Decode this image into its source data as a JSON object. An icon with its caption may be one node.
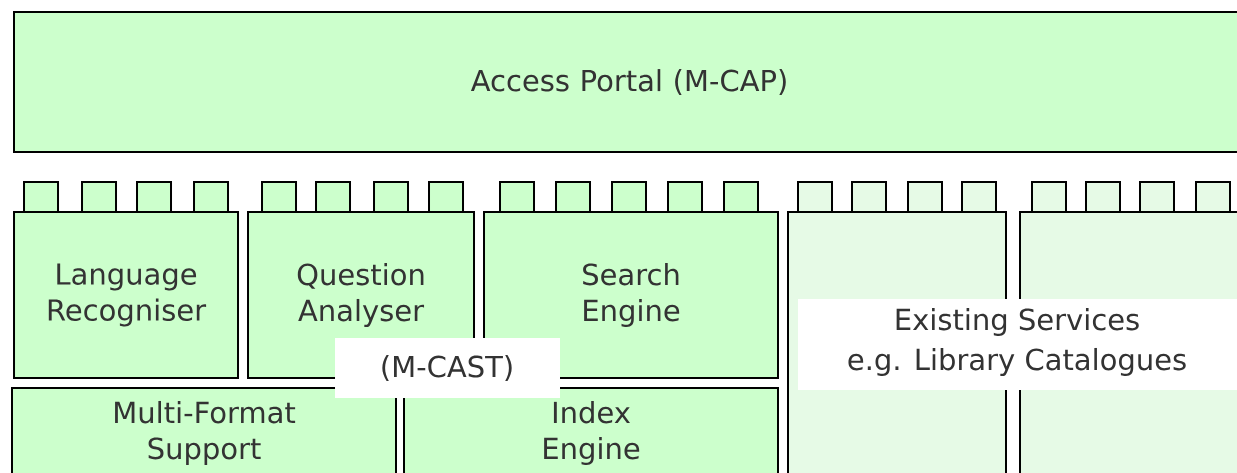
{
  "diagram": {
    "nodes": [
      {
        "text": [
          "Access Portal (M-CAP)"
        ]
      },
      {
        "text": [
          "Language Recogniser"
        ]
      },
      {
        "text": [
          "Question Analyser"
        ]
      },
      {
        "text": [
          "Search Engine"
        ]
      },
      {
        "text": [],
        "shape": "box"
      },
      {
        "text": [],
        "shape": "box"
      },
      {
        "text": [
          "Multi-Format Support"
        ]
      },
      {
        "text": [
          "Index Engine"
        ]
      }
    ],
    "labels": [
      "(M-CAST)",
      "Existing Services",
      "e.g. Library Catalogues"
    ]
  }
}
